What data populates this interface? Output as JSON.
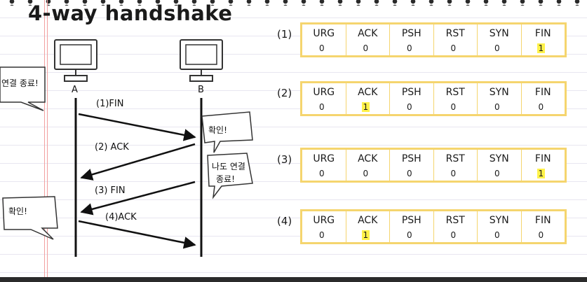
{
  "title": "4-way handshake",
  "hosts": {
    "a": "A",
    "b": "B"
  },
  "messages": {
    "m1": "(1)FIN",
    "m2": "(2) ACK",
    "m3": "(3) FIN",
    "m4": "(4)ACK"
  },
  "bubbles": {
    "a_close": "연결 종료!",
    "b_ack": "확인!",
    "b_close_line1": "나도 연결",
    "b_close_line2": "종료!",
    "a_ack": "확인!"
  },
  "flag_names": [
    "URG",
    "ACK",
    "PSH",
    "RST",
    "SYN",
    "FIN"
  ],
  "tables": [
    {
      "label": "(1)",
      "values": [
        "0",
        "0",
        "0",
        "0",
        "0",
        "1"
      ],
      "highlight": [
        5
      ]
    },
    {
      "label": "(2)",
      "values": [
        "0",
        "1",
        "0",
        "0",
        "0",
        "0"
      ],
      "highlight": [
        1
      ]
    },
    {
      "label": "(3)",
      "values": [
        "0",
        "0",
        "0",
        "0",
        "0",
        "1"
      ],
      "highlight": [
        5
      ]
    },
    {
      "label": "(4)",
      "values": [
        "0",
        "1",
        "0",
        "0",
        "0",
        "0"
      ],
      "highlight": [
        1
      ]
    }
  ],
  "colors": {
    "table_border": "#f5d56e",
    "highlight": "#fff24a",
    "margin_line": "#f2a0a0"
  }
}
